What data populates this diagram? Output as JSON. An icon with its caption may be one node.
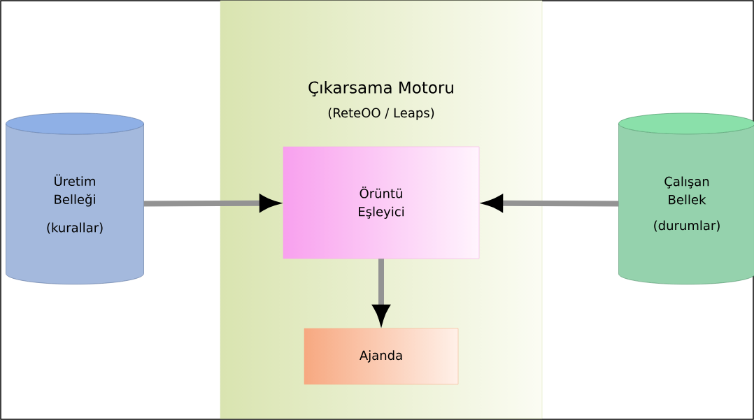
{
  "diagram": {
    "nodes": [
      {
        "text": [
          "Çıkarsama Motoru",
          "(ReteOO / Leaps)"
        ]
      },
      {
        "text": [
          "Örüntü Eşleyici"
        ],
        "in": 0
      },
      {
        "text": [
          "Ajanda"
        ],
        "in": 0
      },
      {
        "text": [
          "Üretim Belleği",
          "(kurallar)"
        ]
      },
      {
        "text": [
          "Çalışan Bellek",
          "(durumlar)"
        ]
      }
    ],
    "edges": [
      {
        "from": 3,
        "to": 1,
        "arrow": "to"
      },
      {
        "from": 4,
        "to": 1,
        "arrow": "to"
      },
      {
        "from": 1,
        "to": 2,
        "arrow": "to"
      }
    ]
  }
}
